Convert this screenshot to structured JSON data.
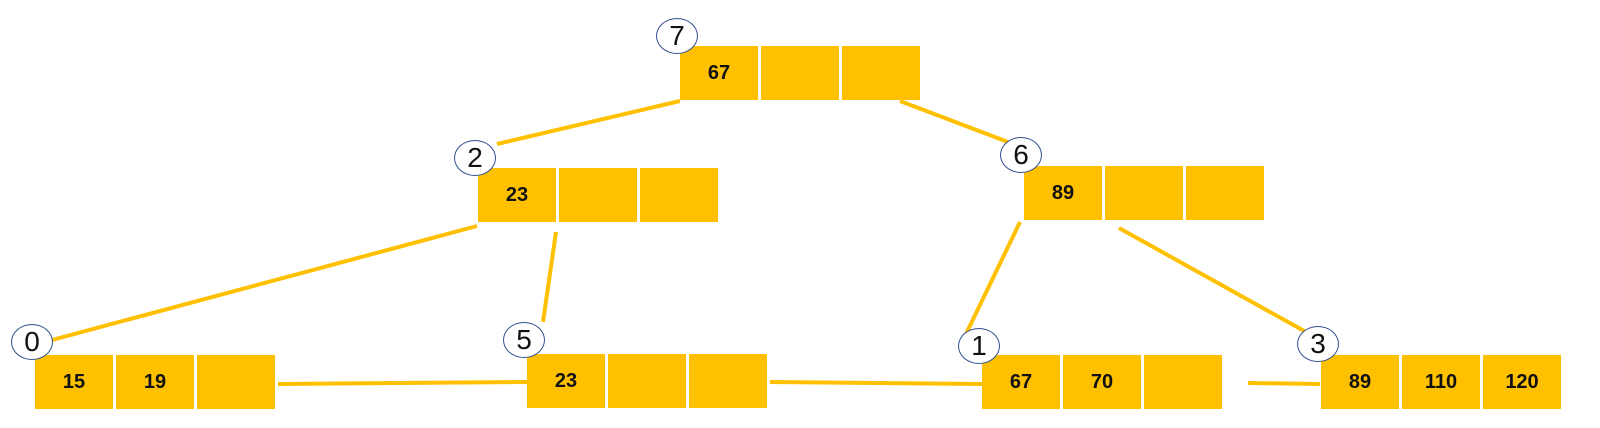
{
  "colors": {
    "cell": "#ffc000",
    "link": "#ffc000",
    "badge_border": "#2f4f8f"
  },
  "nodes": [
    {
      "id": "7",
      "keys": [
        "67",
        "",
        ""
      ]
    },
    {
      "id": "2",
      "keys": [
        "23",
        "",
        ""
      ]
    },
    {
      "id": "6",
      "keys": [
        "89",
        "",
        ""
      ]
    },
    {
      "id": "0",
      "keys": [
        "15",
        "19",
        ""
      ]
    },
    {
      "id": "5",
      "keys": [
        "23",
        "",
        ""
      ]
    },
    {
      "id": "1",
      "keys": [
        "67",
        "70",
        ""
      ]
    },
    {
      "id": "3",
      "keys": [
        "89",
        "110",
        "120"
      ]
    }
  ]
}
